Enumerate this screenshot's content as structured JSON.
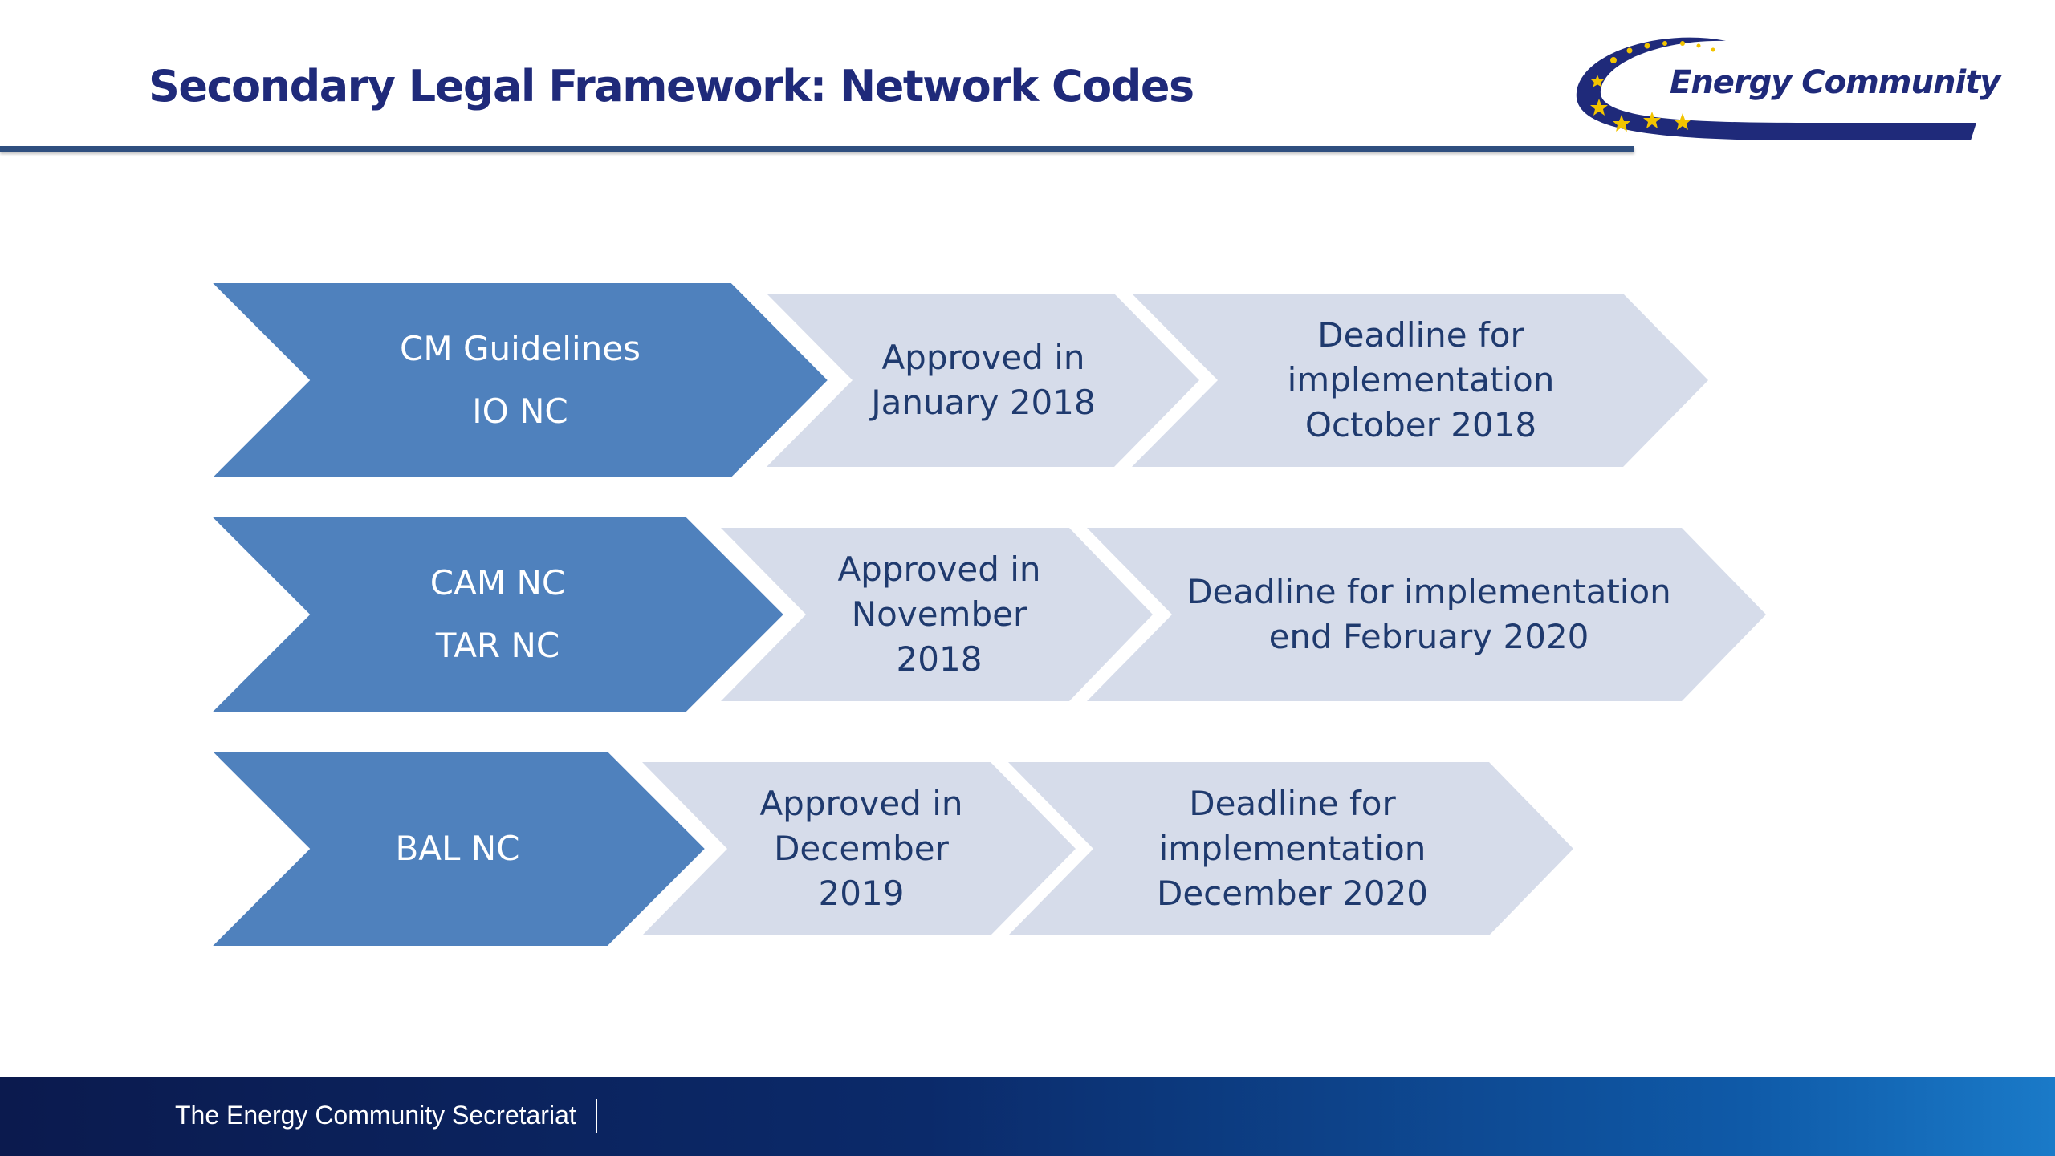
{
  "slide": {
    "title": "Secondary Legal Framework: Network Codes",
    "logo_text": "Energy Community",
    "footer_text": "The Energy Community Secretariat"
  },
  "colors": {
    "title": "#1f2a7a",
    "dark_chevron": "#4f81bd",
    "light_chevron": "#d6dcea",
    "light_text": "#1f3a6e",
    "star": "#f2c400"
  },
  "rows": [
    {
      "code_lines": [
        "CM Guidelines",
        "IO NC"
      ],
      "approved_lines": [
        "Approved in",
        "January 2018"
      ],
      "deadline_lines": [
        "Deadline for",
        "implementation",
        "October 2018"
      ]
    },
    {
      "code_lines": [
        "CAM NC",
        "TAR NC"
      ],
      "approved_lines": [
        "Approved in",
        "November",
        "2018"
      ],
      "deadline_lines": [
        "Deadline for implementation",
        "end February 2020"
      ]
    },
    {
      "code_lines": [
        "BAL NC"
      ],
      "approved_lines": [
        "Approved in",
        "December",
        "2019"
      ],
      "deadline_lines": [
        "Deadline for",
        "implementation",
        "December 2020"
      ]
    }
  ]
}
